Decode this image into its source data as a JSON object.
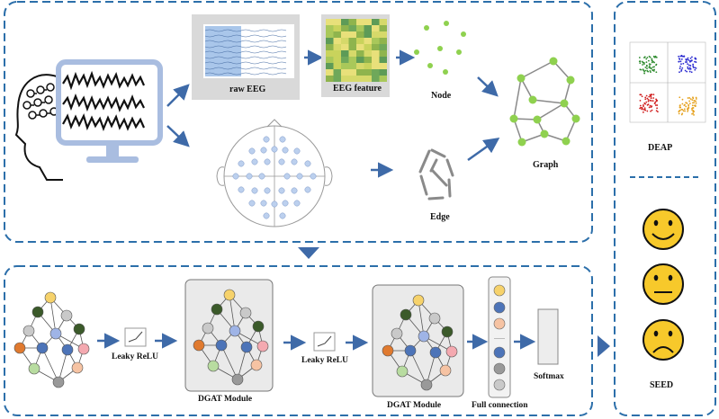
{
  "top_panel": {
    "raw_eeg_label": "raw EEG",
    "eeg_feature_label": "EEG feature",
    "node_label": "Node",
    "edge_label": "Edge",
    "graph_label": "Graph"
  },
  "bottom_panel": {
    "activation_1_label": "Leaky ReLU",
    "module_1_label": "DGAT Module",
    "activation_2_label": "Leaky ReLU",
    "module_2_label": "DGAT Module",
    "full_connection_label": "Full connection",
    "softmax_label": "Softmax"
  },
  "right_panel": {
    "deap_label": "DEAP",
    "seed_label": "SEED"
  },
  "colors": {
    "dashed_border": "#2c6faa",
    "arrow": "#3e6aa8",
    "node_green": "#8fd14f",
    "node_yellow": "#f6d26b",
    "node_darkgreen": "#3b5a2a",
    "node_blue": "#4d74b8",
    "node_lightblue": "#9fb4e6",
    "node_orange": "#e07a2f",
    "node_pink": "#f4a9b0",
    "node_gray": "#999999",
    "node_lightgray": "#c9c9c9",
    "node_peach": "#f6c3a3",
    "node_lightgreen": "#b8dca0",
    "face_yellow": "#f7c92b"
  }
}
